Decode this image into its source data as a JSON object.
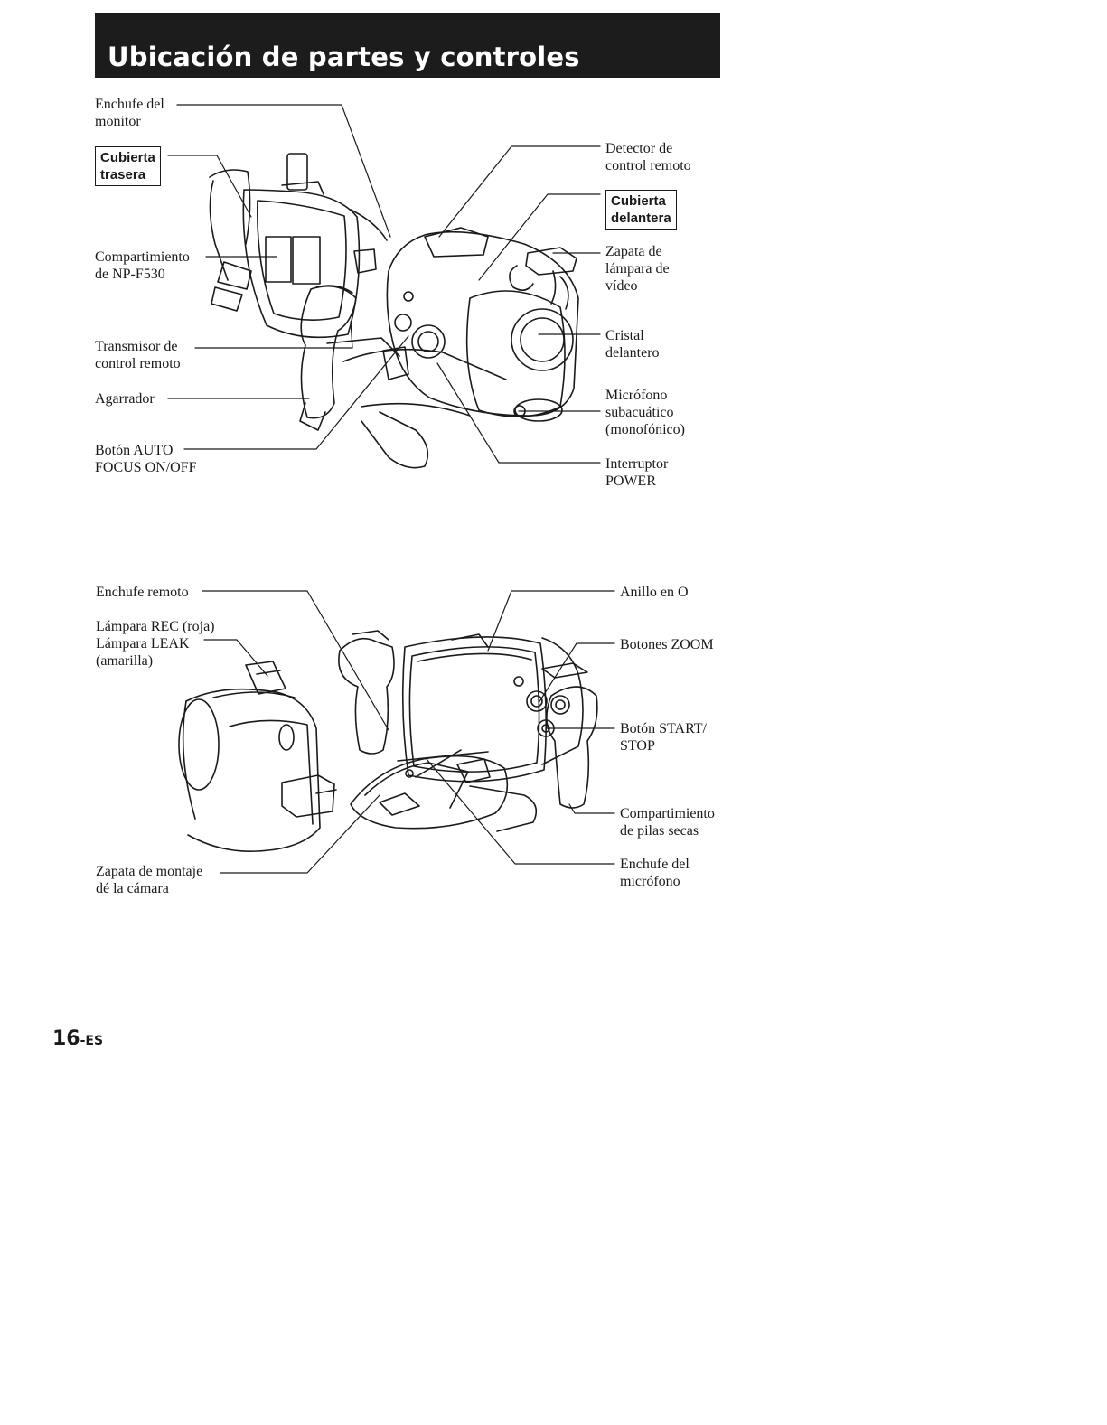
{
  "title": "Ubicación de partes y controles",
  "figure1": {
    "labels": {
      "monitor_jack": "Enchufe del\nmonitor",
      "rear_cover": "Cubierta\ntrasera",
      "battery_compartment": "Compartimiento\nde NP-F530",
      "remote_transmitter": "Transmisor de\ncontrol remoto",
      "grip": "Agarrador",
      "af_button": "Botón AUTO\nFOCUS ON/OFF",
      "remote_detector": "Detector de\ncontrol remoto",
      "front_cover": "Cubierta\ndelantera",
      "lamp_shoe": "Zapata de\nlámpara de\nvídeo",
      "front_glass": "Cristal\ndelantero",
      "microphone": "Micrófono\nsubacuático\n(monofónico)",
      "power_switch": "Interruptor\nPOWER"
    }
  },
  "figure2": {
    "labels": {
      "remote_jack": "Enchufe remoto",
      "rec_leak_lamp": "Lámpara REC (roja)\nLámpara LEAK\n(amarilla)",
      "mount_shoe": "Zapata de montaje\ndé la cámara",
      "o_ring": "Anillo en O",
      "zoom_buttons": "Botones ZOOM",
      "start_stop": "Botón START/\nSTOP",
      "dry_battery": "Compartimiento\nde pilas secas",
      "mic_jack": "Enchufe del\nmicrófono"
    }
  },
  "page_number": "16",
  "page_suffix": "-ES"
}
